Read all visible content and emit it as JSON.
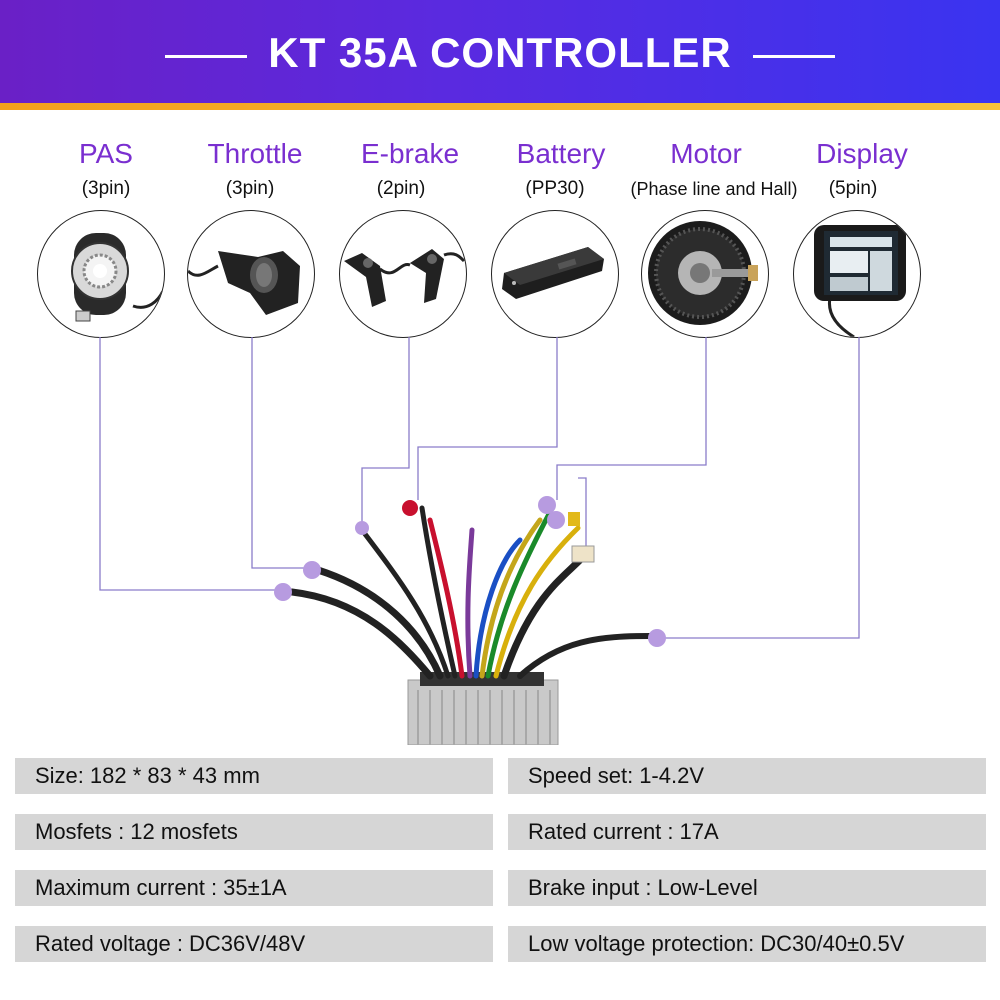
{
  "header": {
    "title": "KT 35A  CONTROLLER"
  },
  "colors": {
    "accent": "#7a2fd0",
    "banner_start": "#6a20c6",
    "banner_end": "#3a34f0",
    "stripe": "#f3a01c",
    "spec_bg": "#d6d6d6",
    "wire_line": "#8a7cc9"
  },
  "components": [
    {
      "name": "PAS",
      "pin": "(3pin)",
      "icon": "pas-sensor-icon"
    },
    {
      "name": "Throttle",
      "pin": "(3pin)",
      "icon": "thumb-throttle-icon"
    },
    {
      "name": "E-brake",
      "pin": "(2pin)",
      "icon": "brake-levers-icon"
    },
    {
      "name": "Battery",
      "pin": "(PP30)",
      "icon": "battery-pack-icon"
    },
    {
      "name": "Motor",
      "pin": "(Phase line and Hall)",
      "icon": "hub-motor-icon"
    },
    {
      "name": "Display",
      "pin": "(5pin)",
      "icon": "lcd-display-icon"
    }
  ],
  "specs": {
    "left": [
      {
        "key": "Size:",
        "value": "182 * 83 * 43  mm"
      },
      {
        "key": "Mosfets :",
        "value": "12 mosfets"
      },
      {
        "key": "Maximum current :",
        "value": "35±1A"
      },
      {
        "key": "Rated voltage :",
        "value": "DC36V/48V"
      }
    ],
    "right": [
      {
        "key": "Speed set:",
        "value": "1-4.2V"
      },
      {
        "key": "Rated current :",
        "value": "17A"
      },
      {
        "key": "Brake input :",
        "value": "Low-Level"
      },
      {
        "key": "Low voltage protection:",
        "value": "DC30/40±0.5V"
      }
    ]
  }
}
